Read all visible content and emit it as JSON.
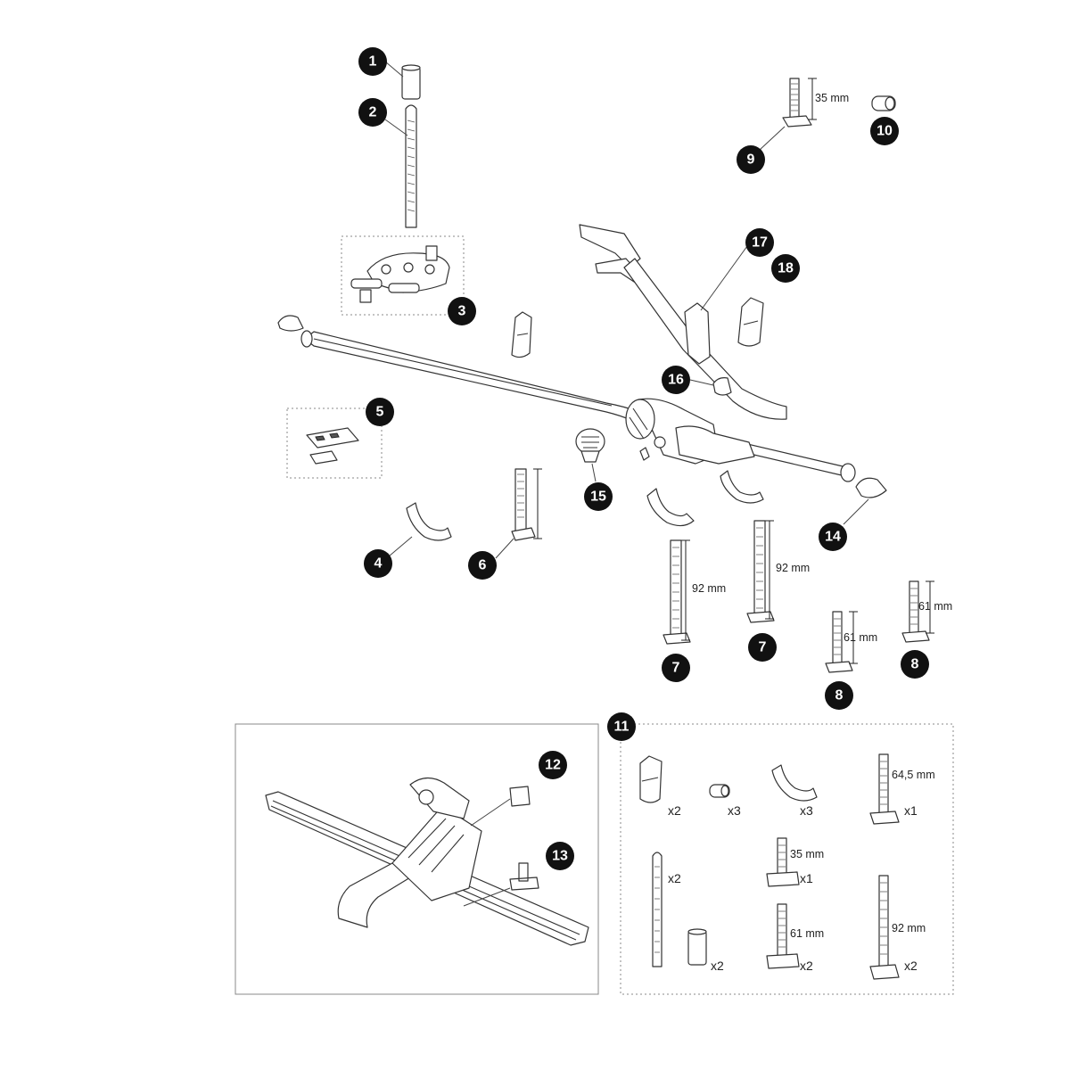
{
  "callouts": {
    "c1": "1",
    "c2": "2",
    "c3": "3",
    "c4": "4",
    "c5": "5",
    "c6": "6",
    "c7a": "7",
    "c7b": "7",
    "c8a": "8",
    "c8b": "8",
    "c9": "9",
    "c10": "10",
    "c11": "11",
    "c12": "12",
    "c13": "13",
    "c14": "14",
    "c15": "15",
    "c16": "16",
    "c17": "17",
    "c18": "18"
  },
  "dimensions": {
    "bolt_9": "35 mm",
    "bolt_7a": "92 mm",
    "bolt_7b": "92 mm",
    "bolt_8a": "61 mm",
    "bolt_8b": "61 mm"
  },
  "kit": {
    "dim_64": "64,5 mm",
    "dim_35": "35 mm",
    "dim_61": "61 mm",
    "dim_92": "92 mm",
    "qty_bracket": "x2",
    "qty_sleeve": "x3",
    "qty_clamp": "x3",
    "qty_bolt64": "x1",
    "qty_rod": "x2",
    "qty_bolt35": "x1",
    "qty_tube": "x2",
    "qty_bolt61": "x2",
    "qty_bolt92": "x2"
  },
  "colors": {
    "ink": "#111111",
    "line": "#333333",
    "box": "#888888",
    "background": "#ffffff"
  }
}
